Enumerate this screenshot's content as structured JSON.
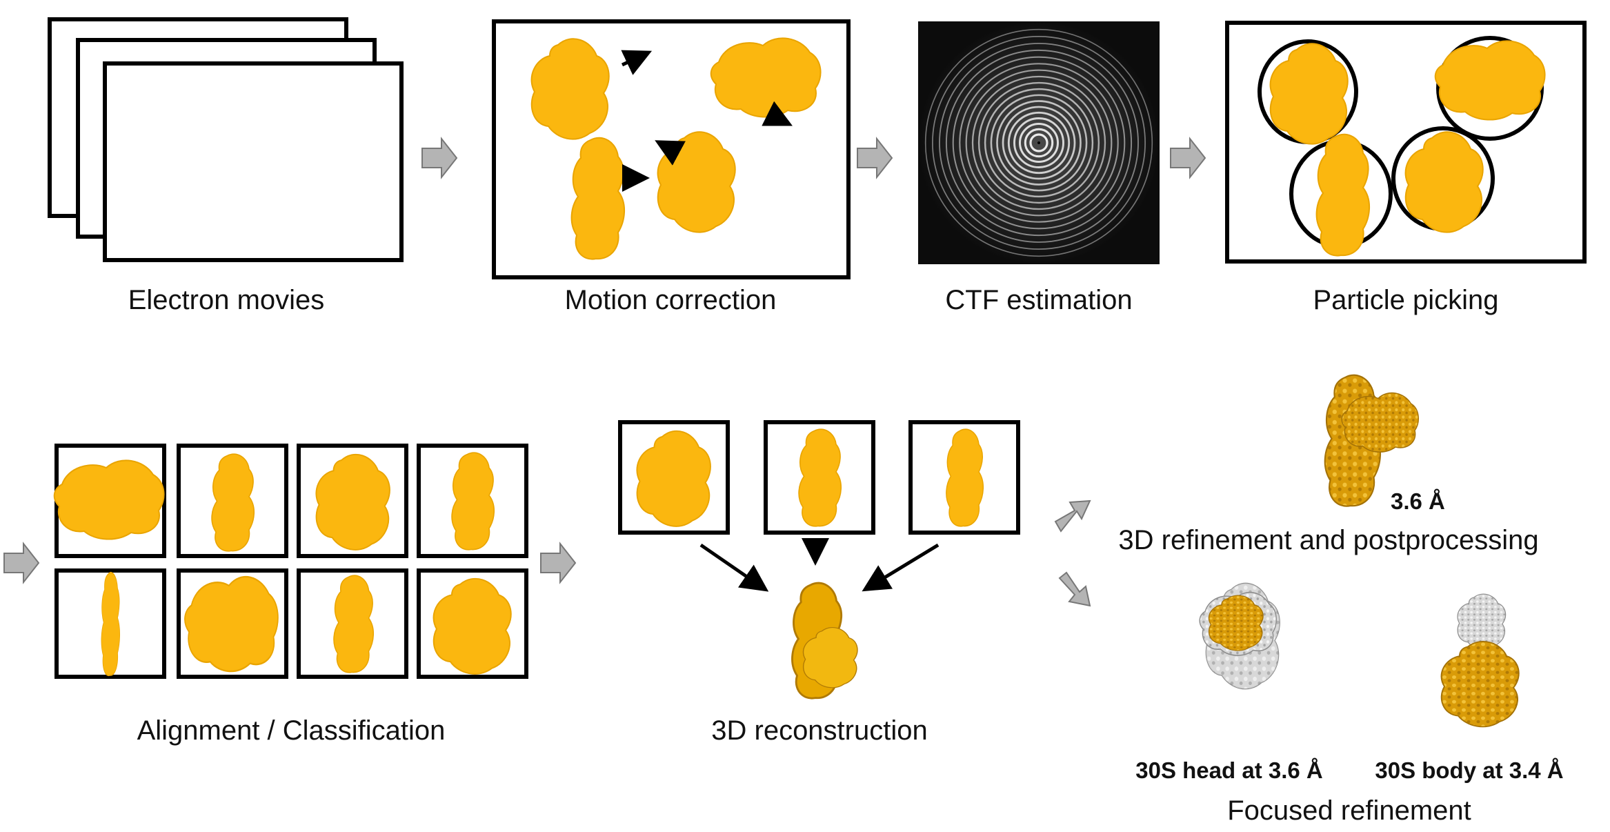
{
  "colors": {
    "particle": "#fbb70f",
    "particle_shade": "#e9a400",
    "density_gold": "#d99b08",
    "density_gray": "#d8d8d8",
    "frame_stroke": "#000000",
    "step_arrow_fill": "#b4b4b4",
    "ctf_background": "#1a1a1a"
  },
  "steps": {
    "electron_movies": "Electron movies",
    "motion_correction": "Motion correction",
    "ctf_estimation": "CTF estimation",
    "particle_picking": "Particle picking",
    "alignment_classification": "Alignment / Classification",
    "reconstruction_3d": "3D reconstruction",
    "refinement_postprocessing": "3D refinement and postprocessing",
    "focused_refinement": "Focused refinement"
  },
  "results": {
    "refined_resolution": "3.6 Å",
    "head_result": "30S head at 3.6 Å",
    "body_result": "30S body at 3.4 Å"
  },
  "icons": {
    "step_arrow": "gray-block-arrow-icon",
    "drift_arrow": "black-arrow-icon",
    "particle": "particle-blob-icon"
  }
}
